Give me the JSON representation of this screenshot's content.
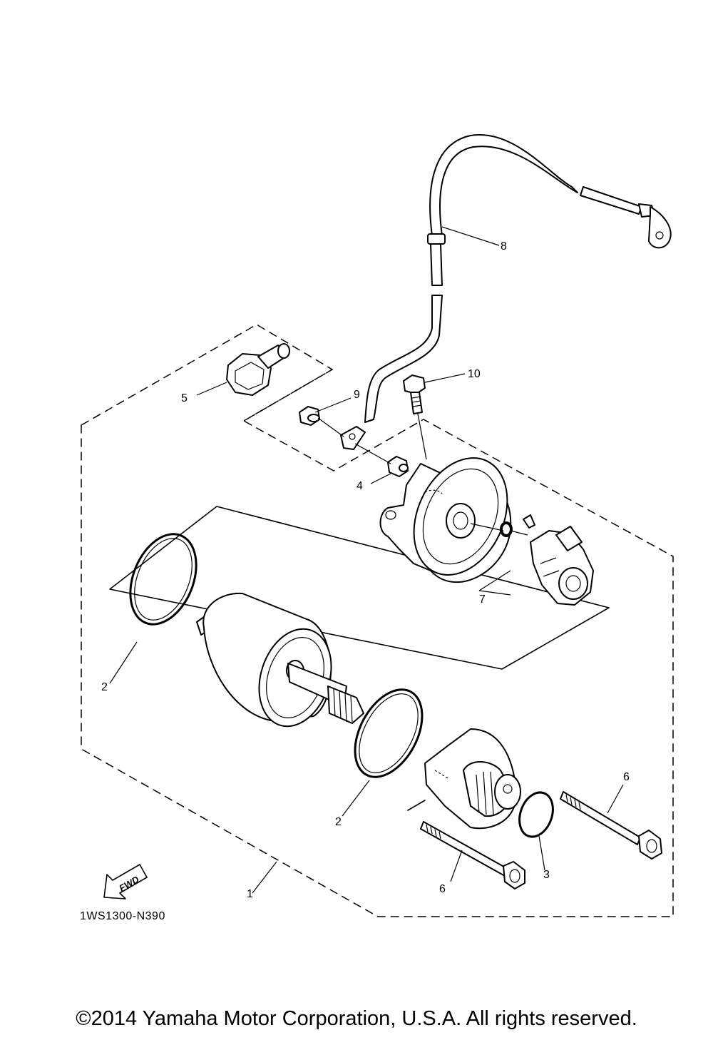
{
  "callouts": {
    "c1": "1",
    "c2a": "2",
    "c2b": "2",
    "c3": "3",
    "c4": "4",
    "c5": "5",
    "c6a": "6",
    "c6b": "6",
    "c7": "7",
    "c8": "8",
    "c9": "9",
    "c10": "10"
  },
  "fwd_label": "FWD",
  "diagram_code": "1WS1300-N390",
  "copyright": "©2014 Yamaha Motor Corporation, U.S.A. All rights reserved."
}
